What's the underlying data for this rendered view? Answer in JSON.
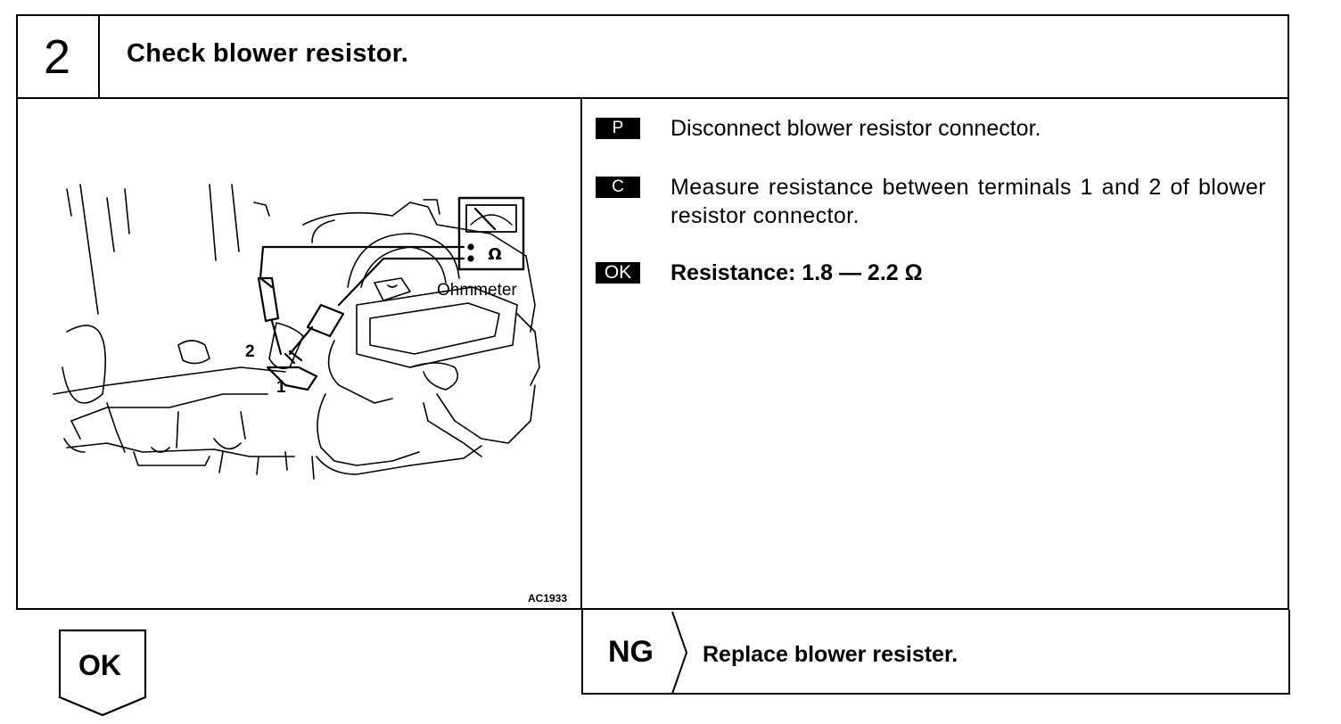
{
  "step": {
    "number": "2",
    "title": "Check blower resistor."
  },
  "figure": {
    "label_meter": "Ohmmeter",
    "label_terminal_2": "2",
    "label_terminal_1": "1",
    "code": "AC1933",
    "ohm_symbol": "Ω"
  },
  "instructions": {
    "p_tag": "P",
    "p_text": "Disconnect blower resistor connector.",
    "c_tag": "C",
    "c_text": "Measure resistance between terminals 1 and 2 of blower resistor connector.",
    "ok_tag": "OK",
    "ok_text": "Resistance:  1.8 — 2.2 Ω"
  },
  "result": {
    "ng_label": "NG",
    "ng_text": "Replace blower resister.",
    "ok_label": "OK"
  }
}
